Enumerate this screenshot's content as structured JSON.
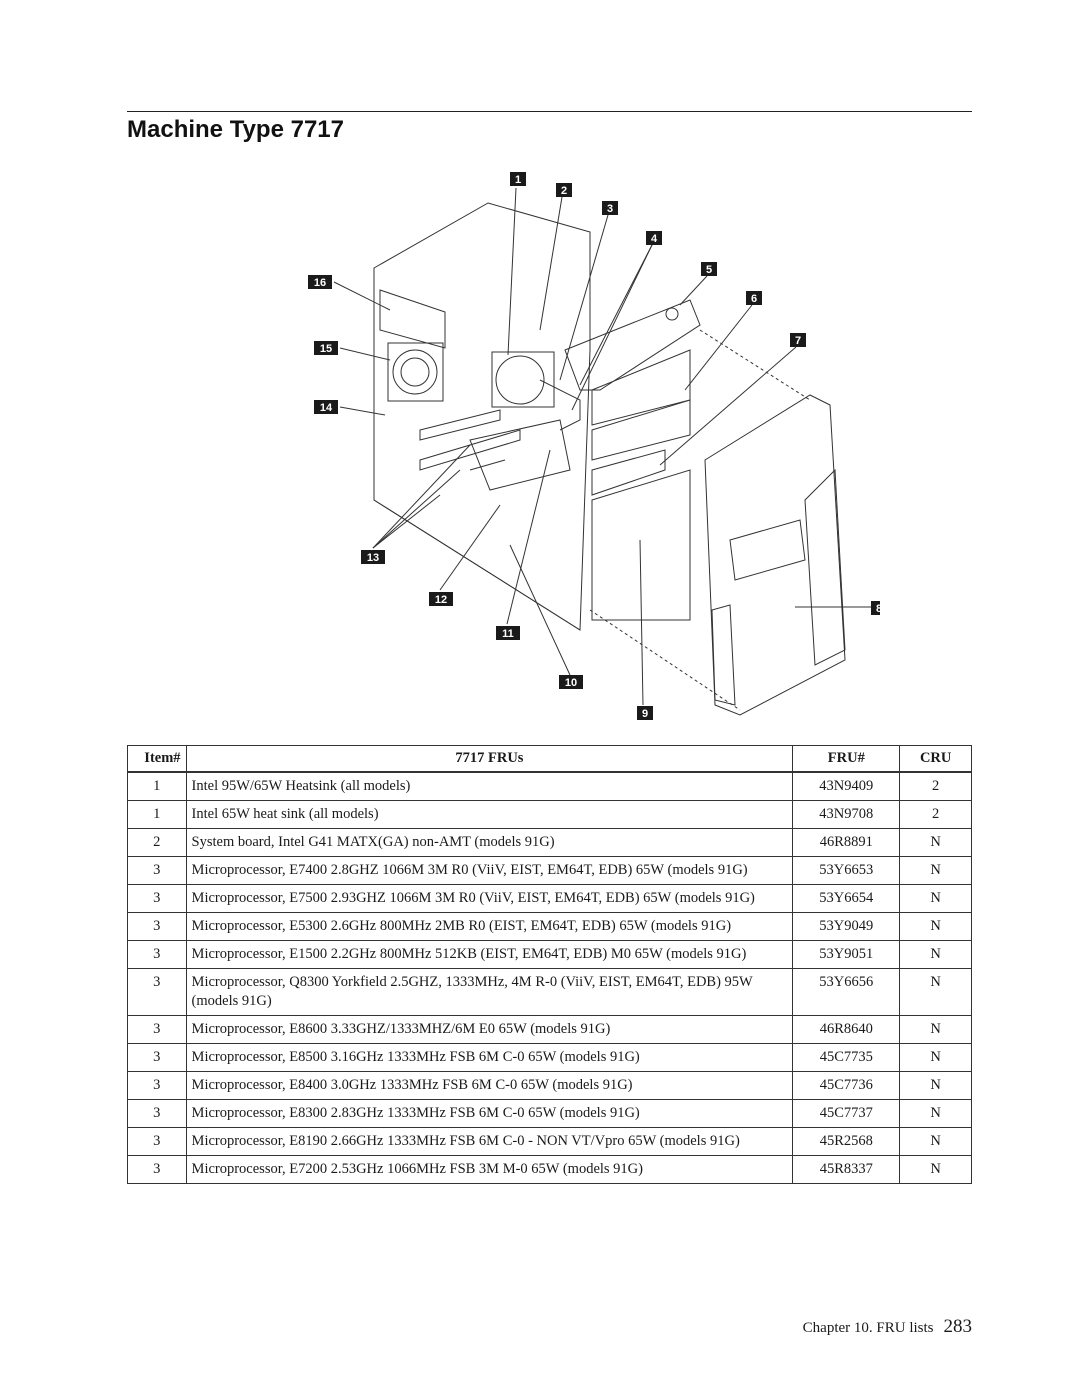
{
  "page": {
    "title": "Machine Type 7717",
    "footer_chapter": "Chapter 10. FRU lists",
    "page_number": "283"
  },
  "diagram": {
    "callouts": [
      "1",
      "2",
      "3",
      "4",
      "5",
      "6",
      "7",
      "8",
      "9",
      "10",
      "11",
      "12",
      "13",
      "14",
      "15",
      "16"
    ]
  },
  "table": {
    "headers": {
      "item": "Item#",
      "desc": "7717 FRUs",
      "fru": "FRU#",
      "cru": "CRU"
    },
    "rows": [
      {
        "item": "1",
        "desc": "Intel 95W/65W Heatsink (all models)",
        "fru": "43N9409",
        "cru": "2"
      },
      {
        "item": "1",
        "desc": "Intel 65W heat sink (all models)",
        "fru": "43N9708",
        "cru": "2"
      },
      {
        "item": "2",
        "desc": "System board, Intel G41 MATX(GA) non-AMT (models 91G)",
        "fru": "46R8891",
        "cru": "N"
      },
      {
        "item": "3",
        "desc": "Microprocessor, E7400 2.8GHZ 1066M 3M R0 (ViiV, EIST, EM64T, EDB) 65W (models 91G)",
        "fru": "53Y6653",
        "cru": "N"
      },
      {
        "item": "3",
        "desc": "Microprocessor, E7500 2.93GHZ 1066M 3M R0 (ViiV, EIST, EM64T, EDB) 65W (models 91G)",
        "fru": "53Y6654",
        "cru": "N"
      },
      {
        "item": "3",
        "desc": "Microprocessor, E5300 2.6GHz 800MHz 2MB R0 (EIST, EM64T, EDB) 65W (models 91G)",
        "fru": "53Y9049",
        "cru": "N"
      },
      {
        "item": "3",
        "desc": "Microprocessor, E1500 2.2GHz 800MHz 512KB (EIST, EM64T, EDB) M0 65W (models 91G)",
        "fru": "53Y9051",
        "cru": "N"
      },
      {
        "item": "3",
        "desc": "Microprocessor, Q8300 Yorkfield 2.5GHZ, 1333MHz, 4M R-0 (ViiV, EIST, EM64T, EDB) 95W (models 91G)",
        "fru": "53Y6656",
        "cru": "N"
      },
      {
        "item": "3",
        "desc": "Microprocessor, E8600 3.33GHZ/1333MHZ/6M E0 65W (models 91G)",
        "fru": "46R8640",
        "cru": "N"
      },
      {
        "item": "3",
        "desc": "Microprocessor, E8500 3.16GHz 1333MHz FSB 6M C-0 65W (models 91G)",
        "fru": "45C7735",
        "cru": "N"
      },
      {
        "item": "3",
        "desc": "Microprocessor, E8400 3.0GHz 1333MHz FSB 6M C-0 65W (models 91G)",
        "fru": "45C7736",
        "cru": "N"
      },
      {
        "item": "3",
        "desc": "Microprocessor, E8300 2.83GHz 1333MHz FSB 6M C-0 65W (models 91G)",
        "fru": "45C7737",
        "cru": "N"
      },
      {
        "item": "3",
        "desc": "Microprocessor, E8190 2.66GHz 1333MHz FSB 6M C-0 - NON VT/Vpro 65W (models 91G)",
        "fru": "45R2568",
        "cru": "N"
      },
      {
        "item": "3",
        "desc": "Microprocessor, E7200 2.53GHz 1066MHz FSB 3M M-0 65W (models 91G)",
        "fru": "45R8337",
        "cru": "N"
      }
    ]
  }
}
